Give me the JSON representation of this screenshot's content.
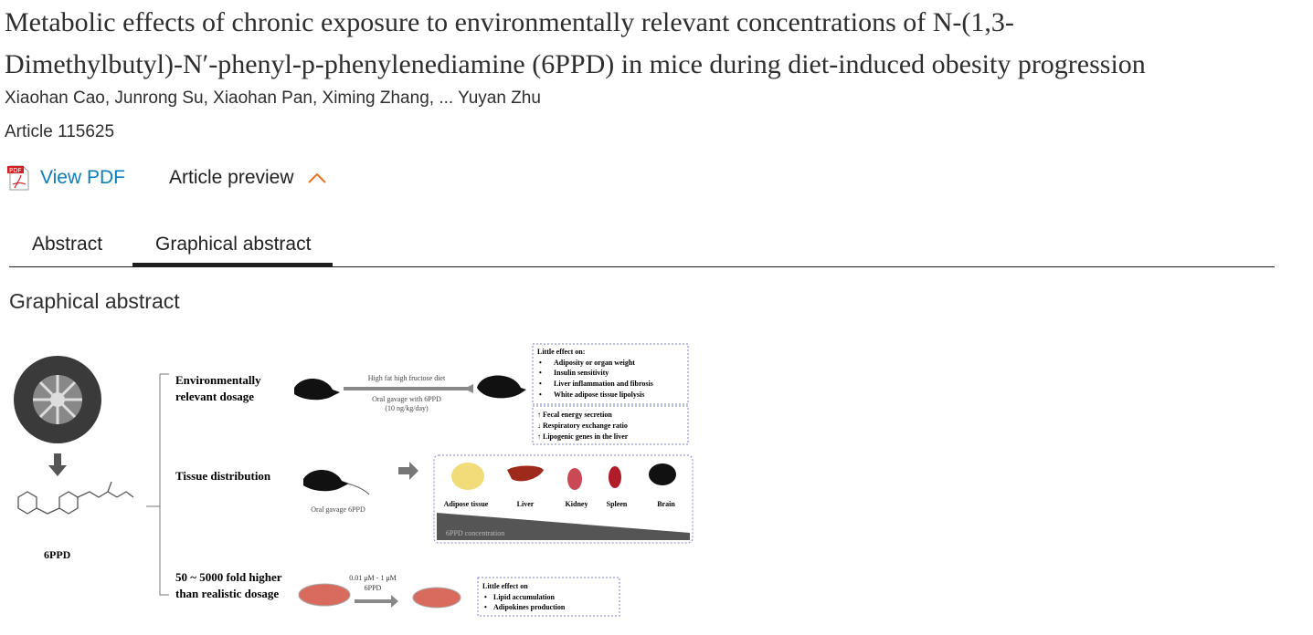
{
  "article": {
    "title_line1": "Metabolic effects of chronic exposure to environmentally relevant concentrations of N-(1,3-",
    "title_line2": "Dimethylbutyl)-N′-phenyl-p-phenylenediamine (6PPD) in mice during diet-induced obesity progression",
    "authors": "Xiaohan Cao, Junrong Su, Xiaohan Pan, Ximing Zhang, ... Yuyan Zhu",
    "article_number": "Article 115625"
  },
  "actions": {
    "view_pdf": "View PDF",
    "article_preview": "Article preview",
    "pdf_badge": "PDF"
  },
  "tabs": [
    {
      "label": "Abstract"
    },
    {
      "label": "Graphical abstract",
      "active": true
    }
  ],
  "section_heading": "Graphical abstract",
  "figure": {
    "compound": "6PPD",
    "row1": {
      "label1": "Environmentally",
      "label2": "relevant dosage",
      "arrow_top": "High fat high fructose diet",
      "arrow_bot1": "Oral gavage with 6PPD",
      "arrow_bot2": "(10 ng/kg/day)",
      "box_title": "Little effect on:",
      "box_items": [
        "Adiposity or organ weight",
        "Insulin sensitivity",
        "Liver inflammation and fibrosis",
        "White adipose tissue lipolysis"
      ],
      "changes": [
        "↑ Fecal energy secretion",
        "↓ Respiratory exchange ratio",
        "↑ Lipogenic genes in the liver"
      ]
    },
    "row2": {
      "label": "Tissue distribution",
      "caption": "Oral gavage 6PPD",
      "organs": [
        "Adipose tissue",
        "Liver",
        "Kidney",
        "Spleen",
        "Brain"
      ],
      "gradient": "6PPD concentration"
    },
    "row3": {
      "label1": "50 ~ 5000 fold higher",
      "label2": "than realistic dosage",
      "arrow_top1": "0.01 μM - 1 μM",
      "arrow_top2": "6PPD",
      "box_title": "Little effect on",
      "box_items": [
        "Lipid accumulation",
        "Adipokines production"
      ]
    }
  },
  "colors": {
    "link": "#0c7dbb",
    "accent": "#e9711c",
    "box_border": "#7b7fd6"
  }
}
